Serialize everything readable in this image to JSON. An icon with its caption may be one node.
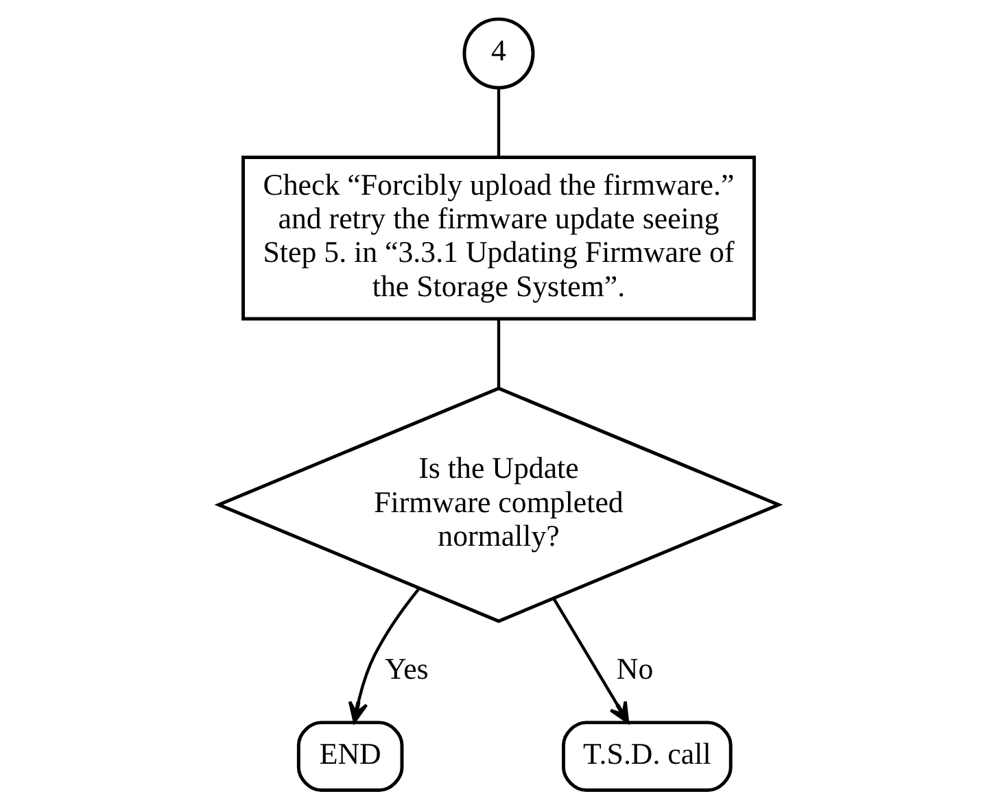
{
  "diagram": {
    "nodes": [
      {
        "text": [
          "4"
        ]
      },
      {
        "text": [
          "Check “Forcibly upload the firmware.” and retry the firmware update seeing Step 5. in “3.3.1 Updating Firmware of the Storage System”."
        ]
      },
      {
        "text": [
          "Is the Update Firmware completed normally?"
        ]
      },
      {
        "text": [
          "END"
        ]
      },
      {
        "text": [
          "T.S.D. call"
        ]
      }
    ],
    "edges": [
      {
        "from": 0,
        "to": 1,
        "arrow": "none"
      },
      {
        "from": 1,
        "to": 2,
        "arrow": "none"
      },
      {
        "from": 2,
        "to": 3,
        "arrow": "to",
        "label": "Yes"
      },
      {
        "from": 2,
        "to": 4,
        "arrow": "to",
        "label": "No"
      }
    ]
  }
}
